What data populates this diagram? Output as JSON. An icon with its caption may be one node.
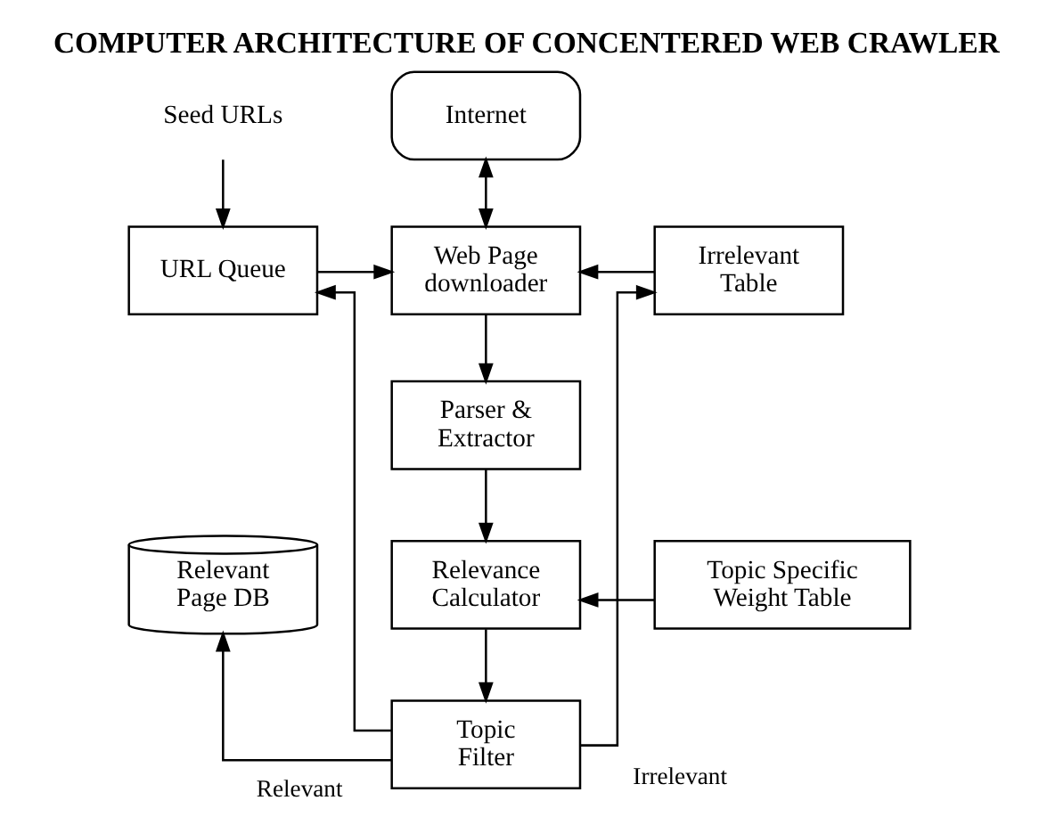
{
  "diagram": {
    "title": "COMPUTER ARCHITECTURE OF CONCENTERED WEB CRAWLER",
    "nodes": [
      {
        "text": [
          "Seed URLs"
        ]
      },
      {
        "text": [
          "Internet"
        ]
      },
      {
        "text": [
          "URL Queue"
        ]
      },
      {
        "text": [
          "Web Page downloader"
        ]
      },
      {
        "text": [
          "Irrelevant Table"
        ]
      },
      {
        "text": [
          "Parser & Extractor"
        ]
      },
      {
        "text": [
          "Relevant Page DB"
        ]
      },
      {
        "text": [
          "Relevance Calculator"
        ]
      },
      {
        "text": [
          "Topic Specific Weight Table"
        ]
      },
      {
        "text": [
          "Topic Filter"
        ]
      }
    ],
    "edges": [
      {
        "from": 0,
        "to": 2,
        "arrow": "to"
      },
      {
        "from": 1,
        "to": 3,
        "arrow": "both"
      },
      {
        "from": 2,
        "to": 3,
        "arrow": "to"
      },
      {
        "from": 4,
        "to": 3,
        "arrow": "to"
      },
      {
        "from": 3,
        "to": 5,
        "arrow": "to"
      },
      {
        "from": 5,
        "to": 7,
        "arrow": "to"
      },
      {
        "from": 8,
        "to": 7,
        "arrow": "to"
      },
      {
        "from": 7,
        "to": 9,
        "arrow": "to"
      },
      {
        "from": 9,
        "to": 6,
        "label": "Relevant",
        "arrow": "to"
      },
      {
        "from": 9,
        "to": 2,
        "arrow": "to"
      },
      {
        "from": 9,
        "to": 4,
        "label": "Irrelevant",
        "arrow": "to"
      }
    ]
  }
}
